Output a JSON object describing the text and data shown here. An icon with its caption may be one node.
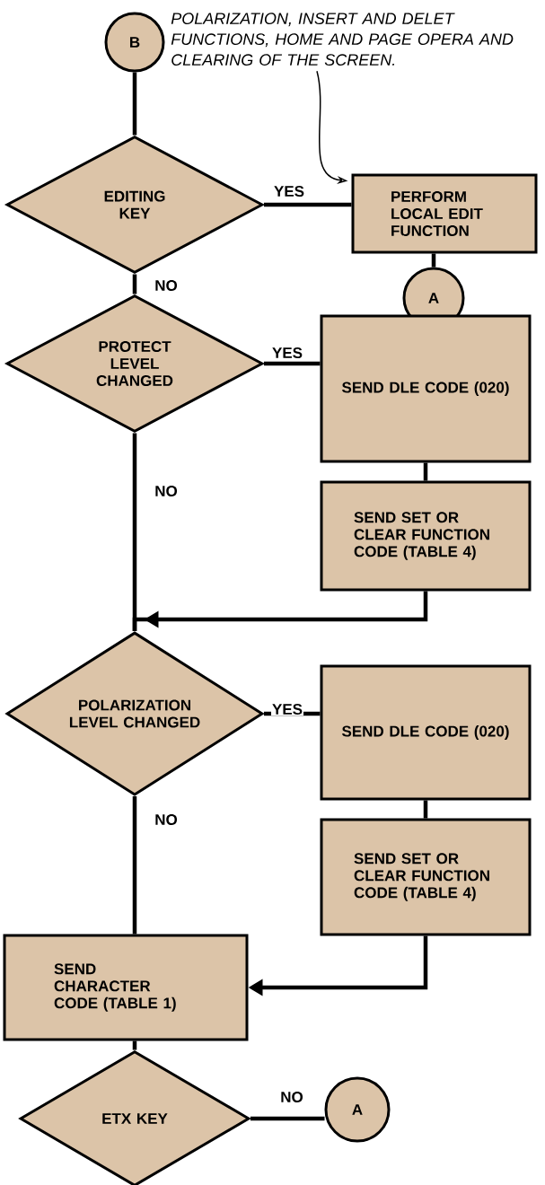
{
  "diagram": {
    "nodes": [
      {
        "text": [
          "B"
        ]
      },
      {
        "text": [
          "POLARIZATION, INSERT AND DELET FUNCTIONS, HOME AND PAGE OPERA AND CLEARING OF THE SCREEN."
        ]
      },
      {
        "text": [
          "EDITING KEY"
        ]
      },
      {
        "text": [
          "PERFORM LOCAL EDIT FUNCTION"
        ]
      },
      {
        "text": [
          "A"
        ]
      },
      {
        "text": [
          "PROTECT LEVEL CHANGED"
        ]
      },
      {
        "text": [
          "SEND DLE CODE (020)"
        ]
      },
      {
        "text": [
          "SEND SET OR CLEAR FUNCTION CODE (TABLE 4)"
        ]
      },
      {
        "text": [
          "POLARIZATION LEVEL CHANGED"
        ]
      },
      {
        "text": [
          "SEND DLE CODE (020)"
        ]
      },
      {
        "text": [
          "SEND SET OR CLEAR FUNCTION CODE (TABLE 4)"
        ]
      },
      {
        "text": [
          "SEND CHARACTER CODE (TABLE 1)"
        ]
      },
      {
        "text": [
          "ETX KEY"
        ]
      },
      {
        "text": [
          "A"
        ]
      }
    ],
    "edges": [
      {
        "from": 0,
        "to": 2,
        "arrow": "none"
      },
      {
        "from": 1,
        "to": 3,
        "arrow": "to"
      },
      {
        "from": 2,
        "to": 3,
        "arrow": "none",
        "label": "YES"
      },
      {
        "from": 3,
        "to": 4,
        "arrow": "none"
      },
      {
        "from": 2,
        "to": 5,
        "arrow": "none",
        "label": "NO"
      },
      {
        "from": 5,
        "to": 6,
        "arrow": "none",
        "label": "YES"
      },
      {
        "from": 6,
        "to": 7,
        "arrow": "none"
      },
      {
        "from": 7,
        "to": 8,
        "arrow": "to"
      },
      {
        "from": 5,
        "to": 8,
        "arrow": "none",
        "label": "NO"
      },
      {
        "from": 8,
        "to": 9,
        "arrow": "none",
        "label": "YES"
      },
      {
        "from": 9,
        "to": 10,
        "arrow": "none"
      },
      {
        "from": 10,
        "to": 11,
        "arrow": "to"
      },
      {
        "from": 8,
        "to": 11,
        "arrow": "none",
        "label": "NO"
      },
      {
        "from": 11,
        "to": 12,
        "arrow": "none"
      },
      {
        "from": 12,
        "to": 13,
        "arrow": "none",
        "label": "NO"
      }
    ]
  }
}
